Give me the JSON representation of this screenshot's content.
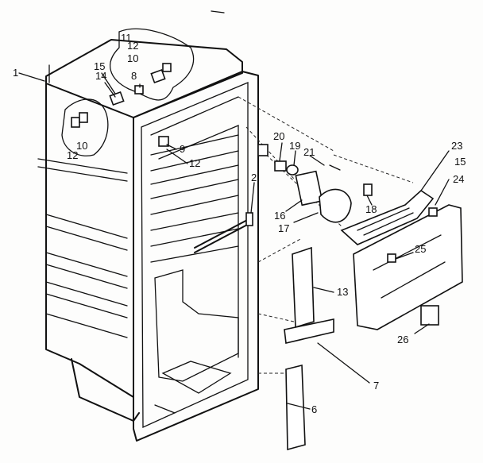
{
  "diagram": {
    "callouts": [
      {
        "id": "c1",
        "label": "1"
      },
      {
        "id": "c2",
        "label": "2"
      },
      {
        "id": "c6",
        "label": "6"
      },
      {
        "id": "c7",
        "label": "7"
      },
      {
        "id": "c8",
        "label": "8"
      },
      {
        "id": "c9",
        "label": "9"
      },
      {
        "id": "c10a",
        "label": "10"
      },
      {
        "id": "c10b",
        "label": "10"
      },
      {
        "id": "c11",
        "label": "11"
      },
      {
        "id": "c12a",
        "label": "12"
      },
      {
        "id": "c12b",
        "label": "12"
      },
      {
        "id": "c12c",
        "label": "12"
      },
      {
        "id": "c13",
        "label": "13"
      },
      {
        "id": "c14",
        "label": "14"
      },
      {
        "id": "c15a",
        "label": "15"
      },
      {
        "id": "c15b",
        "label": "15"
      },
      {
        "id": "c16",
        "label": "16"
      },
      {
        "id": "c17",
        "label": "17"
      },
      {
        "id": "c18",
        "label": "18"
      },
      {
        "id": "c19",
        "label": "19"
      },
      {
        "id": "c20",
        "label": "20"
      },
      {
        "id": "c21",
        "label": "21"
      },
      {
        "id": "c23",
        "label": "23"
      },
      {
        "id": "c24",
        "label": "24"
      },
      {
        "id": "c25",
        "label": "25"
      },
      {
        "id": "c26",
        "label": "26"
      }
    ]
  }
}
